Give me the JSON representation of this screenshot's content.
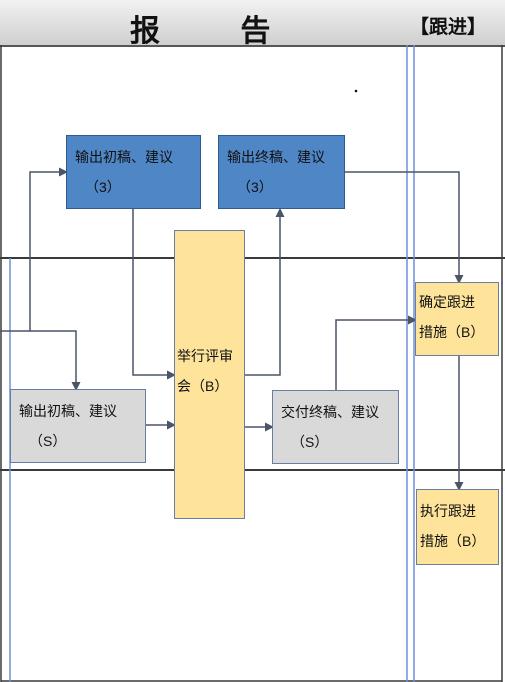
{
  "header": {
    "title": "报 告",
    "side_label": "【跟进】"
  },
  "boxes": {
    "draft_output_3": {
      "line1": "输出初稿、建议",
      "line2": "（3）"
    },
    "final_output_3": {
      "line1": "输出终稿、建议",
      "line2": "（3）"
    },
    "review_meeting": {
      "line1": "举行评审",
      "line2": "会（B）"
    },
    "draft_output_s": {
      "line1": "输出初稿、建议",
      "line2": "（S）"
    },
    "final_delivery_s": {
      "line1": "交付终稿、建议",
      "line2": "（S）"
    },
    "confirm_followup": {
      "line1": "确定跟进",
      "line2": "措施（B）"
    },
    "execute_followup": {
      "line1": "执行跟进",
      "line2": "措施（B）"
    }
  }
}
